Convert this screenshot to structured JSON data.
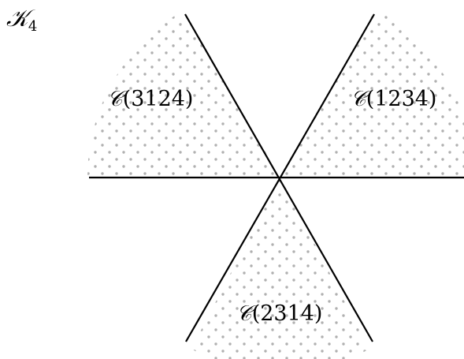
{
  "figure": {
    "title_symbol": "𝒦",
    "title_subscript": "4",
    "regions": [
      {
        "symbol": "𝒞",
        "args": "(3124)"
      },
      {
        "symbol": "𝒞",
        "args": "(1234)"
      },
      {
        "symbol": "𝒞",
        "args": "(2314)"
      }
    ]
  },
  "colors": {
    "line": "#000000",
    "dots": "#b0b0b0",
    "background": "#ffffff"
  }
}
